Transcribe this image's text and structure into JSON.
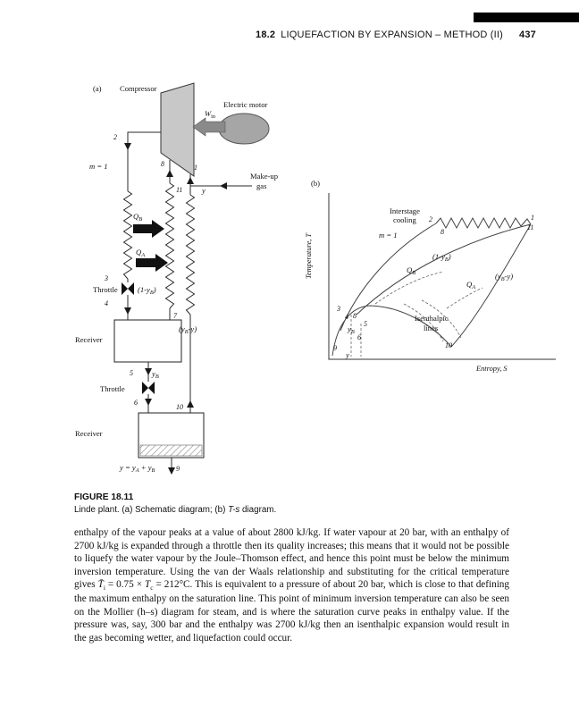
{
  "header": {
    "section": "18.2",
    "title": "LIQUEFACTION BY EXPANSION – METHOD (II)",
    "page": "437"
  },
  "figure": {
    "caption_title": "FIGURE 18.11",
    "caption_p1": "Linde plant. (a) Schematic diagram; (b) ",
    "caption_ts": "T-s",
    "caption_p2": " diagram.",
    "points": {
      "n1": "1",
      "n2": "2",
      "n3": "3",
      "n4": "4",
      "n5": "5",
      "n6": "6",
      "n7": "7",
      "n8": "8",
      "n9": "9",
      "n10": "10",
      "n11": "11"
    },
    "labels": {
      "m1": "m = 1",
      "y": "y",
      "q_b": {
        "t": "Q",
        "s": "B"
      },
      "q_a": {
        "t": "Q",
        "s": "A"
      },
      "y_b": {
        "t": "y",
        "s": "B"
      },
      "one_minus_yb": {
        "t": "(1-y",
        "s": "B",
        "t2": ")"
      },
      "yb_minus_y": {
        "t": "(y",
        "s": "B",
        "t2": "-y)"
      }
    },
    "a": {
      "label": "(a)",
      "compressor": "Compressor",
      "electric_motor": "Electric motor",
      "w_in": {
        "t": "W",
        "s": "in"
      },
      "makeup1": "Make-up",
      "makeup2": "gas",
      "throttle": "Throttle",
      "receiver": "Receiver",
      "bottom": {
        "t": "y = y",
        "s": "A",
        "t2": " + y",
        "s2": "B"
      }
    },
    "b": {
      "label": "(b)",
      "ylabel": "Temperature, T",
      "xlabel": "Entropy, S",
      "interstage1": "Interstage",
      "interstage2": "cooling",
      "isenthalpic1": "Isenthalpic",
      "isenthalpic2": "lines"
    }
  },
  "body": {
    "p1": "enthalpy of the vapour peaks at a value of about 2800 kJ/kg. If water vapour at 20 bar, with an enthalpy of 2700 kJ/kg is expanded through a throttle then its quality increases; this means that it would not be possible to liquefy the water vapour by the Joule–Thomson effect, and hence this point must be below the minimum inversion temperature. Using the van der Waals relationship and substituting for the critical temperature gives ",
    "f1": "T̄",
    "f2": "i",
    "f3": " = 0.75 × ",
    "f4": "T",
    "f5": "c",
    "f6": " = 212°C",
    "p2": ". This is equivalent to a pressure of about 20 bar, which is close to that defining the maximum enthalpy on the saturation line. This point of minimum inversion temperature can also be seen on the Mollier (h–s) diagram for steam, and is where the saturation curve peaks in enthalpy value. If the pressure was, say, 300 bar and the enthalpy was 2700 kJ/kg then an isenthalpic expansion would result in the gas becoming wetter, and liquefaction could occur."
  }
}
